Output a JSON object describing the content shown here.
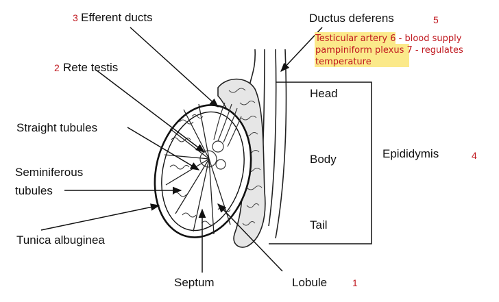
{
  "labels": {
    "efferent_ducts": "Efferent ducts",
    "ductus_deferens": "Ductus deferens",
    "rete_testis": "Rete testis",
    "straight_tubules": "Straight tubules",
    "seminiferous_line1": "Seminiferous",
    "seminiferous_line2": "tubules",
    "tunica_albuginea": "Tunica albuginea",
    "septum": "Septum",
    "lobule": "Lobule",
    "head": "Head",
    "body": "Body",
    "tail": "Tail",
    "epididymis": "Epididymis"
  },
  "numbers": {
    "lobule": "1",
    "rete_testis": "2",
    "efferent_ducts": "3",
    "epididymis": "4",
    "ductus_deferens": "5"
  },
  "notes": {
    "line1_term": "Testicular artery",
    "line1_rest": " 6 - blood supply",
    "line2_term": "pampiniform plexus",
    "line2_rest": " 7 - regulates",
    "line3": "temperature"
  },
  "colors": {
    "label_text": "#111111",
    "number_text": "#c0181f",
    "highlight": "#fbe98a",
    "line": "#222222"
  }
}
